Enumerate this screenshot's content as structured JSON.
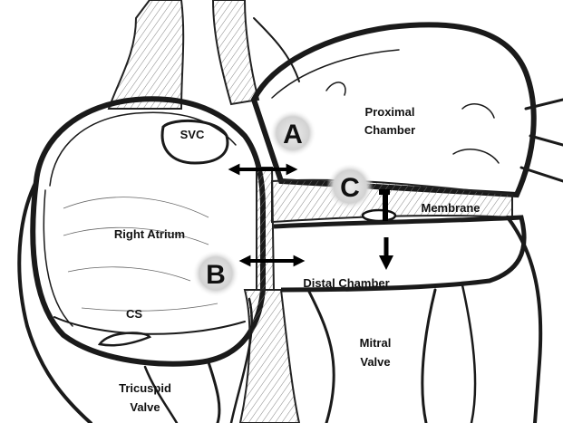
{
  "labels": {
    "svc": "SVC",
    "proximal_chamber_line1": "Proximal",
    "proximal_chamber_line2": "Chamber",
    "right_atrium": "Right Atrium",
    "membrane": "Membrane",
    "distal_chamber": "Distal Chamber",
    "cs": "CS",
    "mitral_valve_line1": "Mitral",
    "mitral_valve_line2": "Valve",
    "tricuspid_valve_line1": "Tricuspid",
    "tricuspid_valve_line2": "Valve"
  },
  "markers": {
    "a": "A",
    "b": "B",
    "c": "C"
  },
  "colors": {
    "ink": "#1a1a1a",
    "marker_fill": "#d9d9d9",
    "background": "#ffffff"
  }
}
